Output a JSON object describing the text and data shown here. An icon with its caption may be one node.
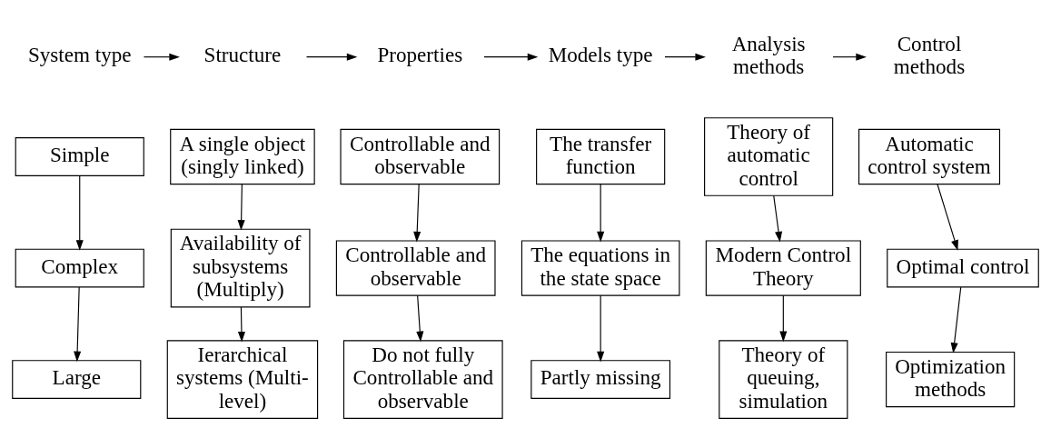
{
  "diagram": {
    "nodes": [
      {
        "text": [
          "System type"
        ]
      },
      {
        "text": [
          "Structure"
        ]
      },
      {
        "text": [
          "Properties"
        ]
      },
      {
        "text": [
          "Models type"
        ]
      },
      {
        "text": [
          "Analysis methods"
        ]
      },
      {
        "text": [
          "Control methods"
        ]
      },
      {
        "text": [
          "Simple"
        ]
      },
      {
        "text": [
          "A single object (singly linked)"
        ]
      },
      {
        "text": [
          "Controllable and observable"
        ]
      },
      {
        "text": [
          "The transfer function"
        ]
      },
      {
        "text": [
          "Theory of automatic control"
        ]
      },
      {
        "text": [
          "Automatic control system"
        ]
      },
      {
        "text": [
          "Complex"
        ]
      },
      {
        "text": [
          "Availability of subsystems (Multiply)"
        ]
      },
      {
        "text": [
          "Controllable and observable"
        ]
      },
      {
        "text": [
          "The equations in the state space"
        ]
      },
      {
        "text": [
          "Modern Control Theory"
        ]
      },
      {
        "text": [
          "Optimal control"
        ]
      },
      {
        "text": [
          "Large"
        ]
      },
      {
        "text": [
          "Ierarchical systems (Multi-level)"
        ]
      },
      {
        "text": [
          "Do not fully Controllable and observable"
        ]
      },
      {
        "text": [
          "Partly missing"
        ]
      },
      {
        "text": [
          "Theory of queuing, simulation"
        ]
      },
      {
        "text": [
          "Optimization methods"
        ]
      }
    ],
    "edges": [
      {
        "from": 0,
        "to": 1,
        "arrow": "to"
      },
      {
        "from": 1,
        "to": 2,
        "arrow": "to"
      },
      {
        "from": 2,
        "to": 3,
        "arrow": "to"
      },
      {
        "from": 3,
        "to": 4,
        "arrow": "to"
      },
      {
        "from": 4,
        "to": 5,
        "arrow": "to"
      },
      {
        "from": 6,
        "to": 12,
        "arrow": "to"
      },
      {
        "from": 12,
        "to": 18,
        "arrow": "to"
      },
      {
        "from": 7,
        "to": 13,
        "arrow": "to"
      },
      {
        "from": 13,
        "to": 19,
        "arrow": "to"
      },
      {
        "from": 8,
        "to": 14,
        "arrow": "to"
      },
      {
        "from": 14,
        "to": 20,
        "arrow": "to"
      },
      {
        "from": 9,
        "to": 15,
        "arrow": "to"
      },
      {
        "from": 15,
        "to": 21,
        "arrow": "to"
      },
      {
        "from": 10,
        "to": 16,
        "arrow": "to"
      },
      {
        "from": 16,
        "to": 22,
        "arrow": "to"
      },
      {
        "from": 11,
        "to": 17,
        "arrow": "to"
      },
      {
        "from": 17,
        "to": 23,
        "arrow": "to"
      }
    ]
  }
}
